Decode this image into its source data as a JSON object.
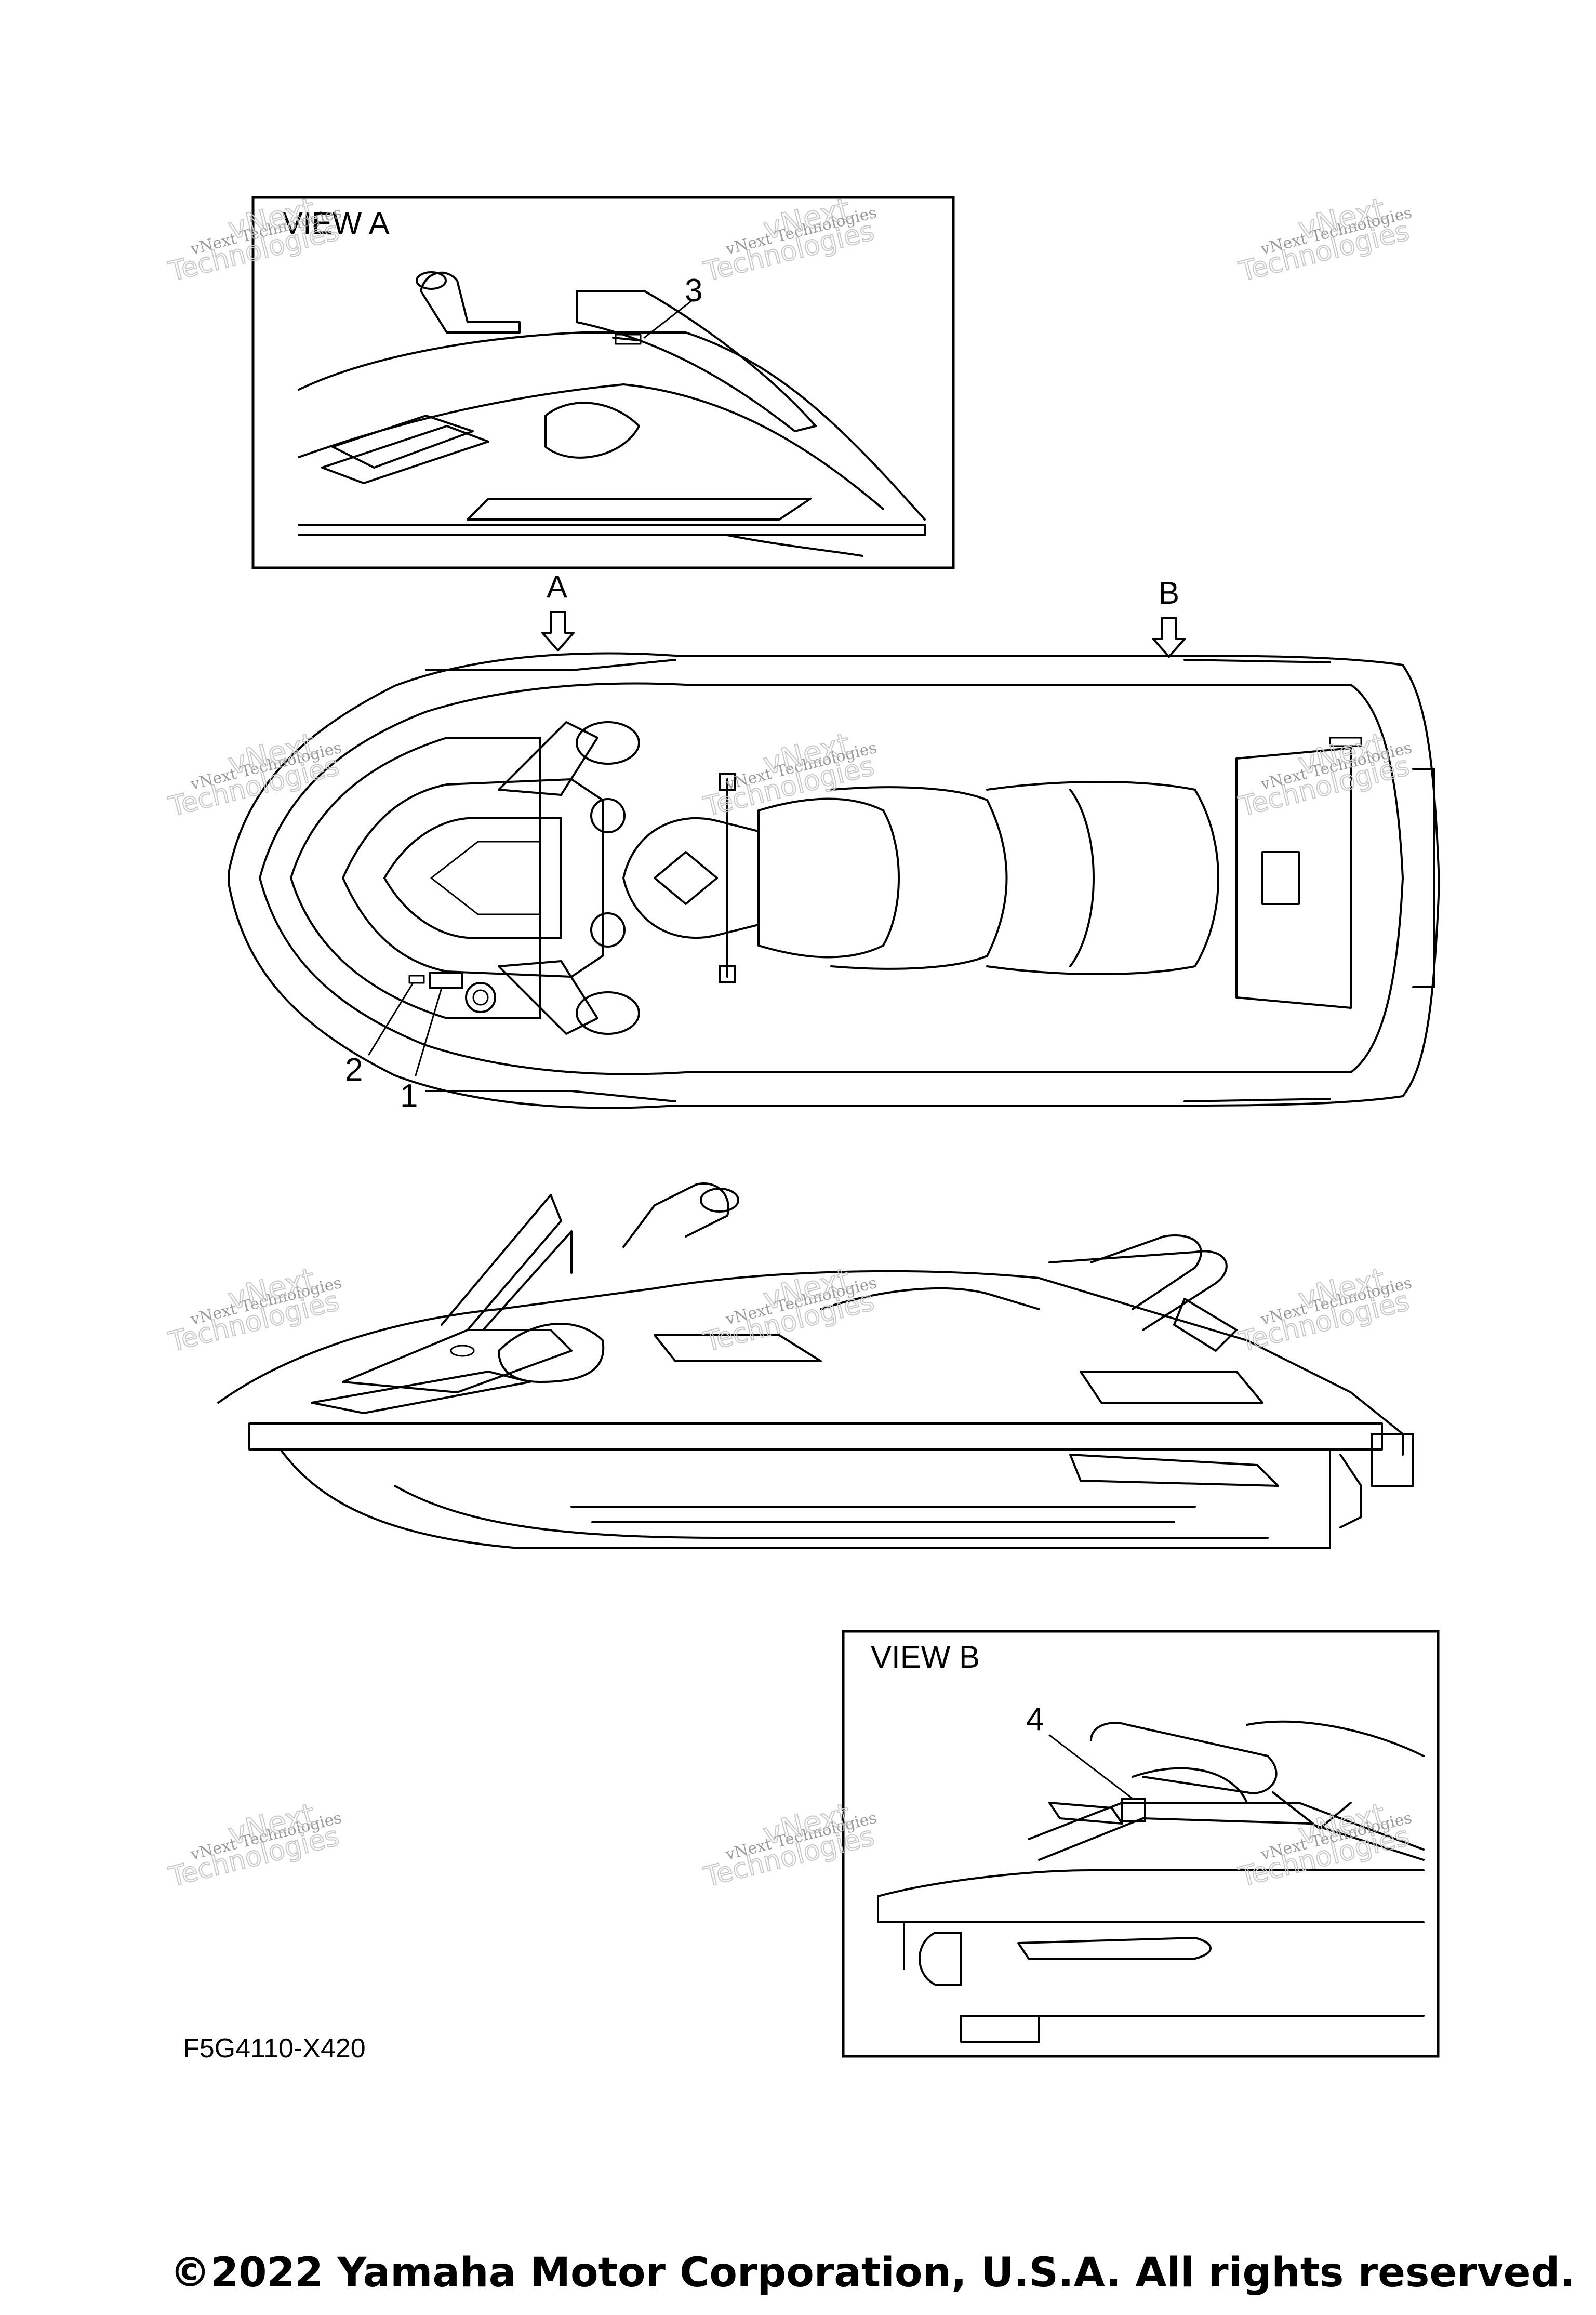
{
  "views": {
    "view_a": "VIEW A",
    "view_b": "VIEW B"
  },
  "arrows": {
    "a": "A",
    "b": "B"
  },
  "callouts": [
    "1",
    "2",
    "3",
    "4"
  ],
  "part_code": "F5G4110-X420",
  "watermark": {
    "line1": "vNext Technologies",
    "line2": "vNext",
    "line3": "Technologies"
  },
  "copyright": "©2022 Yamaha Motor Corporation, U.S.A. All rights reserved."
}
